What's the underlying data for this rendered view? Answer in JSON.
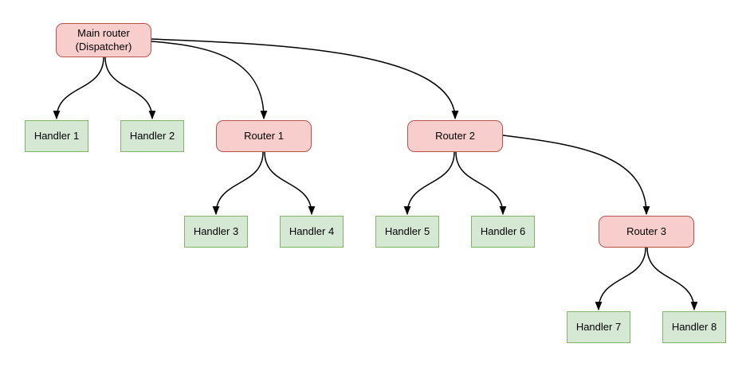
{
  "diagram": {
    "type": "flow-tree",
    "colors": {
      "canvas_bg": "#ffffff",
      "router_fill": "#f8cecc",
      "router_border": "#b85450",
      "handler_fill": "#d5e8d4",
      "handler_border": "#82b366",
      "edge_color": "#000000",
      "text_color": "#000000"
    },
    "nodes": {
      "main": {
        "label": "Main router\n(Dispatcher)",
        "kind": "router"
      },
      "r1": {
        "label": "Router 1",
        "kind": "router"
      },
      "r2": {
        "label": "Router 2",
        "kind": "router"
      },
      "r3": {
        "label": "Router 3",
        "kind": "router"
      },
      "h1": {
        "label": "Handler 1",
        "kind": "handler"
      },
      "h2": {
        "label": "Handler 2",
        "kind": "handler"
      },
      "h3": {
        "label": "Handler 3",
        "kind": "handler"
      },
      "h4": {
        "label": "Handler 4",
        "kind": "handler"
      },
      "h5": {
        "label": "Handler 5",
        "kind": "handler"
      },
      "h6": {
        "label": "Handler 6",
        "kind": "handler"
      },
      "h7": {
        "label": "Handler 7",
        "kind": "handler"
      },
      "h8": {
        "label": "Handler 8",
        "kind": "handler"
      }
    },
    "edges": [
      {
        "from": "main",
        "to": "h1"
      },
      {
        "from": "main",
        "to": "h2"
      },
      {
        "from": "main",
        "to": "r1"
      },
      {
        "from": "main",
        "to": "r2"
      },
      {
        "from": "r1",
        "to": "h3"
      },
      {
        "from": "r1",
        "to": "h4"
      },
      {
        "from": "r2",
        "to": "h5"
      },
      {
        "from": "r2",
        "to": "h6"
      },
      {
        "from": "r2",
        "to": "r3"
      },
      {
        "from": "r3",
        "to": "h7"
      },
      {
        "from": "r3",
        "to": "h8"
      }
    ]
  }
}
